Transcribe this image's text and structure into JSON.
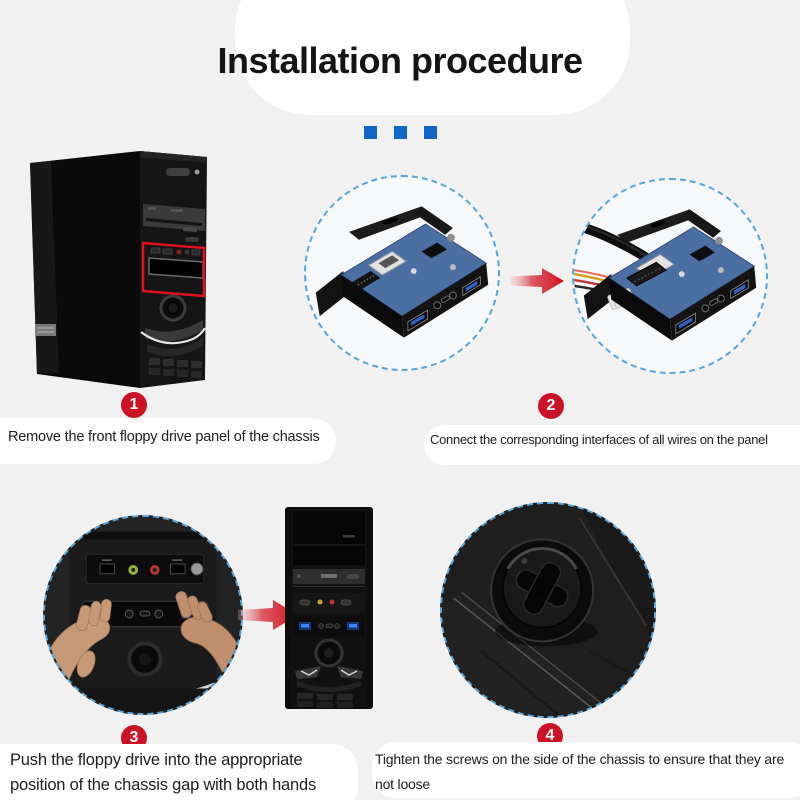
{
  "title": "Installation procedure",
  "decor": {
    "square_count": 3,
    "square_color": "#1266c8"
  },
  "steps": [
    {
      "num": "1",
      "caption": "Remove the front floppy drive panel of the chassis",
      "image": "black pc tower chassis, front floppy drive panel highlighted with red rectangle"
    },
    {
      "num": "2",
      "caption": "Connect the corresponding interfaces of all wires on the panel",
      "image_left": "usb front panel bracket with blue pcb, no wires",
      "image_right": "usb front panel bracket with power and header wires connected"
    },
    {
      "num": "3",
      "caption": "Push the floppy drive into the appropriate position of the chassis gap with both hands",
      "image_left": "two hands pushing usb panel into chassis front bay",
      "image_right": "front view of tower chassis with panel installed"
    },
    {
      "num": "4",
      "caption": "Tighten the screws on the side of the chassis to ensure that they are not loose",
      "image": "close-up of phillips screw on side of chassis"
    }
  ],
  "icons": {
    "arrow_step2": "red-arrow-right",
    "arrow_step3": "red-arrow-right"
  },
  "colors": {
    "background": "#f1f1f2",
    "accent_blue": "#1266c8",
    "dashed_circle_blue": "#56a6de",
    "step_badge_red": "#cb1325",
    "highlight_rect_red": "#e1111e",
    "arrow_red": "#cf0d1d",
    "text": "#1d1d1d",
    "pcb_blue": "#4b6fa3"
  }
}
